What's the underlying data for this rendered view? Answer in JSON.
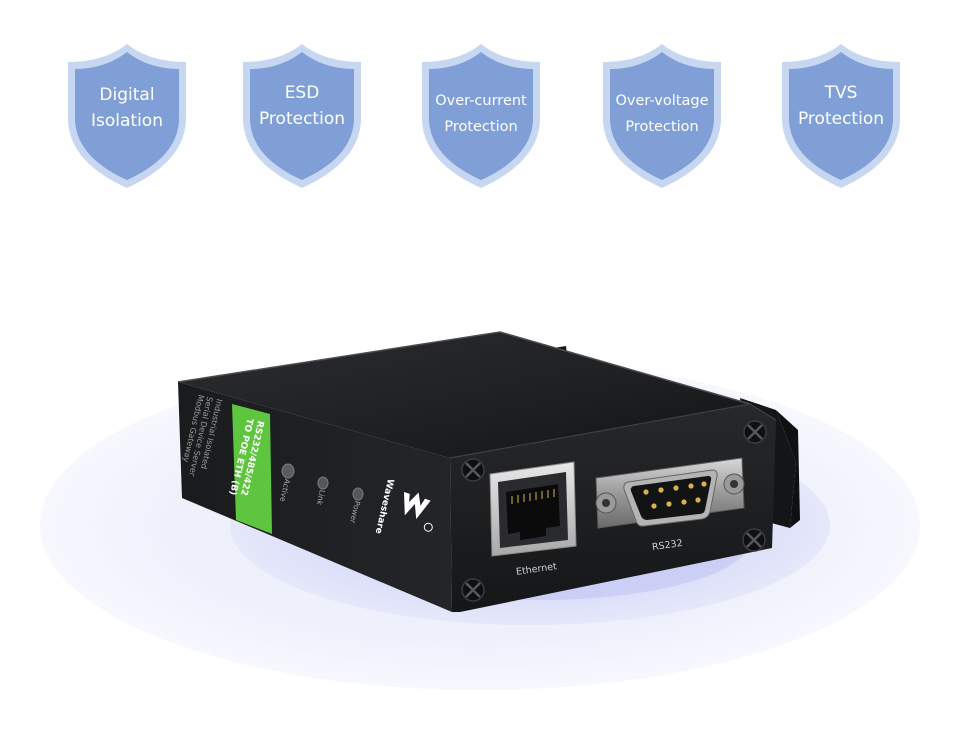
{
  "badges": [
    {
      "line1": "Digital",
      "line2": "Isolation"
    },
    {
      "line1": "ESD",
      "line2": "Protection"
    },
    {
      "line1": "Over-current",
      "line2": "Protection"
    },
    {
      "line1": "Over-voltage",
      "line2": "Protection"
    },
    {
      "line1": "TVS",
      "line2": "Protection"
    }
  ],
  "colors": {
    "shield_fill": "#7f9fd6",
    "shield_border": "#c7d6f1",
    "device_body": "#1d1e20",
    "label_green": "#5dc63e",
    "halo": "#e6e8fb"
  },
  "device": {
    "label_line1": "RS232/485/422",
    "label_line2": "TO POE ETH (B)",
    "desc_line1": "Industrial Isolated",
    "desc_line2": "Serial Device Server",
    "desc_line3": "Modbus Gateway",
    "led_active": "Active",
    "led_link": "Link",
    "led_power": "Power",
    "brand": "Waveshare",
    "port_ethernet": "Ethernet",
    "port_rs232": "RS232"
  }
}
